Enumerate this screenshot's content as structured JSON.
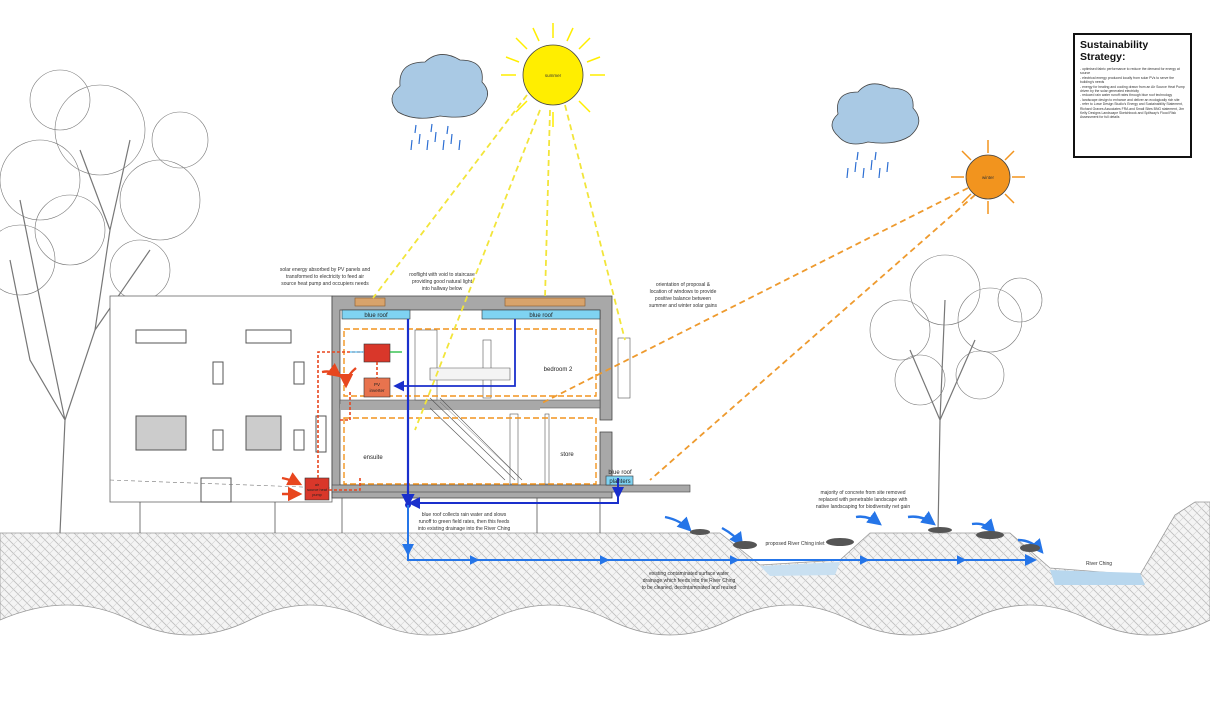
{
  "strategy": {
    "title": "Sustainability Strategy:",
    "items": [
      "- optimised fabric performance to reduce the demand for energy at source",
      "- electrical energy produced locally from solar PVs to serve the building's needs",
      "- energy for heating and cooling drawn from an Air Source Heat Pump driven by the solar generated electricity",
      "- reduced rain water runoff rates through blue roof technology",
      "- landscape design to enhance and deliver an ecologically rich site",
      "- refer to Lowe Design Studio's Energy and Sustainability Statement, Richard Graves Associates FRA and Small Sites BNG statement, Jim Kelly Designs Landscape Sketchbook and Spillway's Flood Risk Assessment for full details"
    ]
  },
  "sun_summer": "summer",
  "sun_winter": "winter",
  "labels": {
    "blue_roof_1": "blue roof",
    "blue_roof_2": "blue roof",
    "blue_roof_3": "blue roof",
    "planters": "planters",
    "bedroom": "bedroom 2",
    "ensuite": "ensuite",
    "store": "store",
    "pv_inverter_1": "PV",
    "pv_inverter_2": "inverter",
    "ashp_1": "air",
    "ashp_2": "source heat",
    "ashp_3": "pump",
    "river_ching": "River Ching",
    "river_inlet": "proposed River Ching inlet"
  },
  "notes": {
    "solar_1": "solar energy absorbed by PV panels and",
    "solar_2": "transformed to electricity to feed air",
    "solar_3": "source heat pump and occupiers needs",
    "roof_1": "rooflight with void to staircase",
    "roof_2": "providing good natural light",
    "roof_3": "into hallway below",
    "orient_1": "orientation of proposal &",
    "orient_2": "location of windows to provide",
    "orient_3": "positive balance between",
    "orient_4": "summer and winter solar gains",
    "blue_1": "blue roof collects rain water and slows",
    "blue_2": "runoff to green field rates, then this feeds",
    "blue_3": "into existing drainage into the River Ching",
    "conc_1": "majority of concrete from site removed",
    "conc_2": "replaced with penetrable landscape with",
    "conc_3": "native landscaping for biodiversity net gain",
    "exist_1": "existing contaminated surface water",
    "exist_2": "drainage which feeds into the River Ching",
    "exist_3": "to be cleaned, decontaminated and reused"
  },
  "colors": {
    "sun_summer": "#ffee00",
    "sun_winter": "#f2941e",
    "cloud": "#a9c9e4",
    "rain": "#2d6fd3",
    "water_blue": "#2575e8",
    "drain_dark": "#1a2fcc",
    "heat_red": "#e8461e",
    "summer_ray": "#f2e53a",
    "winter_ray": "#ee9a2e",
    "wall_grey": "#a8a8a8",
    "blue_roof_fill": "#7fd3f2"
  }
}
